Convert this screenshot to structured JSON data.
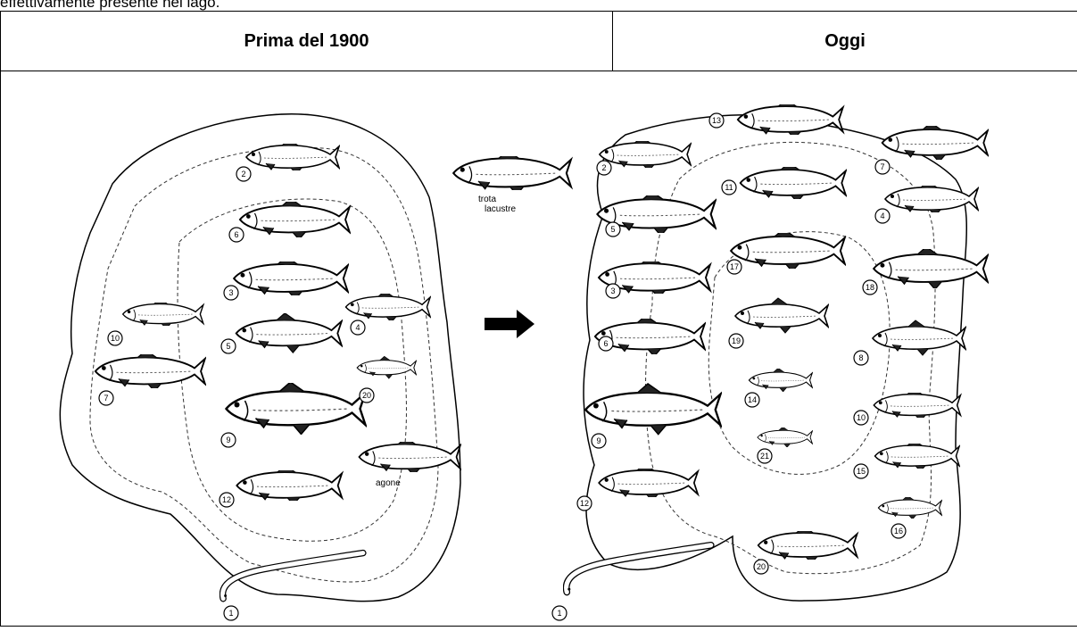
{
  "intro_text": "effettivamente presente nel lago.",
  "table": {
    "col_before": "Prima del 1900",
    "col_now": "Oggi"
  },
  "figure": {
    "before_fish_numbers": [
      "2",
      "6",
      "3",
      "5",
      "9",
      "12",
      "1",
      "10",
      "7",
      "4",
      "20"
    ],
    "before_labels": {
      "agone": "agone"
    },
    "introduced_label_line1": "trota",
    "introduced_label_line2": "lacustre",
    "now_fish_numbers": [
      "2",
      "13",
      "7",
      "11",
      "4",
      "5",
      "17",
      "18",
      "3",
      "19",
      "8",
      "6",
      "14",
      "10",
      "9",
      "21",
      "15",
      "12",
      "16",
      "1",
      "20"
    ]
  }
}
